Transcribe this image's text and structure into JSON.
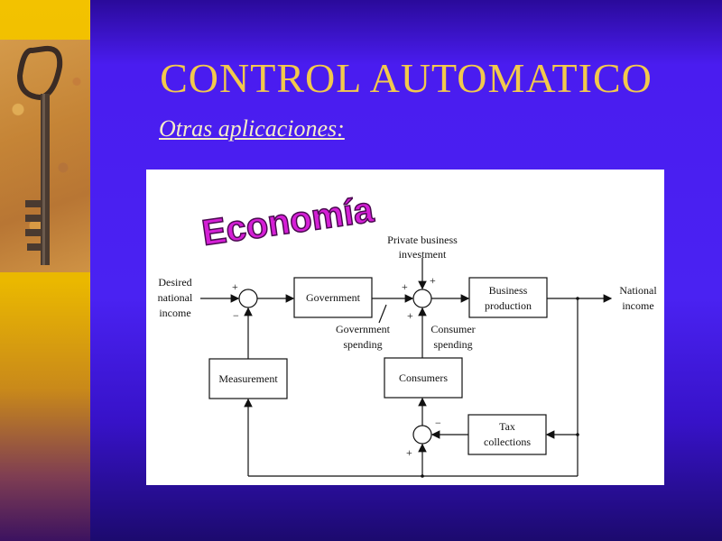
{
  "slide": {
    "title": "CONTROL AUTOMATICO",
    "subtitle": "Otras aplicaciones:",
    "colors": {
      "title": "#f2c94c",
      "subtitle": "#f6edc8",
      "accent_econ": "#d51fd6"
    },
    "left_image": "old-key-photo"
  },
  "diagram": {
    "wordart": "Economía",
    "inputs": {
      "desired": [
        "Desired",
        "national",
        "income"
      ],
      "private": [
        "Private business",
        "investment"
      ]
    },
    "blocks": {
      "government": "Government",
      "business": [
        "Business",
        "production"
      ],
      "measurement": "Measurement",
      "consumers": "Consumers",
      "tax": [
        "Tax",
        "collections"
      ]
    },
    "signals": {
      "gov_spending": [
        "Government",
        "spending"
      ],
      "consumer_spending": [
        "Consumer",
        "spending"
      ],
      "output": [
        "National",
        "income"
      ]
    },
    "signs": {
      "sum1_plus": "+",
      "sum1_minus": "−",
      "sum2_left_plus": "+",
      "sum2_top_plus": "+",
      "sum2_bottom_plus": "+",
      "sum3_minus": "−",
      "sum3_plus": "+"
    }
  }
}
